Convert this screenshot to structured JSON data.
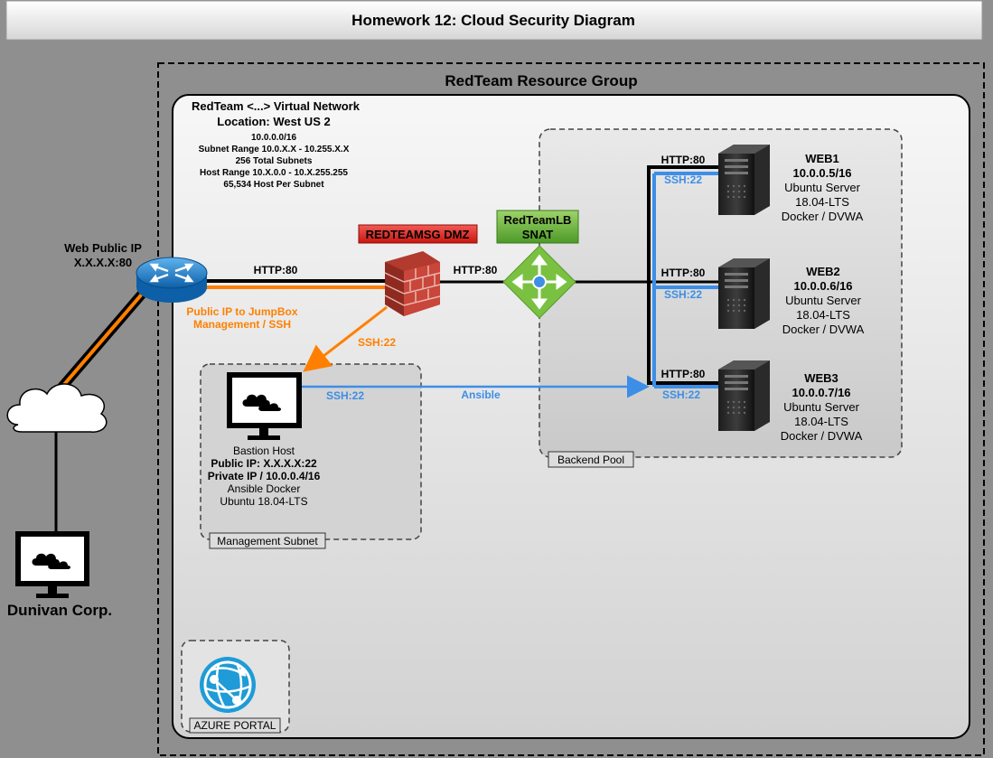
{
  "title": "Homework 12: Cloud Security Diagram",
  "resource_group": {
    "label": "RedTeam Resource Group"
  },
  "vnet": {
    "name": "RedTeam <...> Virtual Network",
    "location": "Location: West US 2",
    "lines": [
      "10.0.0.0/16",
      "Subnet Range 10.0.X.X - 10.255.X.X",
      "256 Total Subnets",
      "Host Range 10.X.0.0 - 10.X.255.255",
      "65,534 Host Per Subnet"
    ]
  },
  "router": {
    "label1": "Web Public IP",
    "label2": "X.X.X.X:80"
  },
  "internet": {
    "label": "Dunivan Corp."
  },
  "firewall": {
    "label": "REDTEAMSG DMZ"
  },
  "lb": {
    "label1": "RedTeamLB",
    "label2": "SNAT"
  },
  "links": {
    "router_fw": "HTTP:80",
    "fw_lb": "HTTP:80",
    "jump_note1": "Public IP to JumpBox",
    "jump_note2": "Management / SSH",
    "fw_bastion": "SSH:22",
    "bastion_out": "SSH:22",
    "ansible": "Ansible"
  },
  "servers": [
    {
      "name": "WEB1",
      "ip": "10.0.0.5/16",
      "os1": "Ubuntu Server",
      "os2": "18.04-LTS",
      "app": "Docker / DVWA",
      "http": "HTTP:80",
      "ssh": "SSH:22"
    },
    {
      "name": "WEB2",
      "ip": "10.0.0.6/16",
      "os1": "Ubuntu Server",
      "os2": "18.04-LTS",
      "app": "Docker / DVWA",
      "http": "HTTP:80",
      "ssh": "SSH:22"
    },
    {
      "name": "WEB3",
      "ip": "10.0.0.7/16",
      "os1": "Ubuntu Server",
      "os2": "18.04-LTS",
      "app": "Docker / DVWA",
      "http": "HTTP:80",
      "ssh": "SSH:22"
    }
  ],
  "bastion": {
    "name": "Bastion Host",
    "public_ip": "Public IP: X.X.X.X:22",
    "private_ip": "Private IP / 10.0.0.4/16",
    "software": "Ansible Docker",
    "os": "Ubuntu 18.04-LTS"
  },
  "backend_pool": {
    "label": "Backend Pool"
  },
  "mgmt_subnet": {
    "label": "Management Subnet"
  },
  "azure_portal": {
    "label": "AZURE PORTAL"
  },
  "colors": {
    "orange": "#ff8000",
    "blue": "#3d8ee6",
    "black": "#000000",
    "fw_red": "#e0201a",
    "lb_green": "#6db33f"
  }
}
